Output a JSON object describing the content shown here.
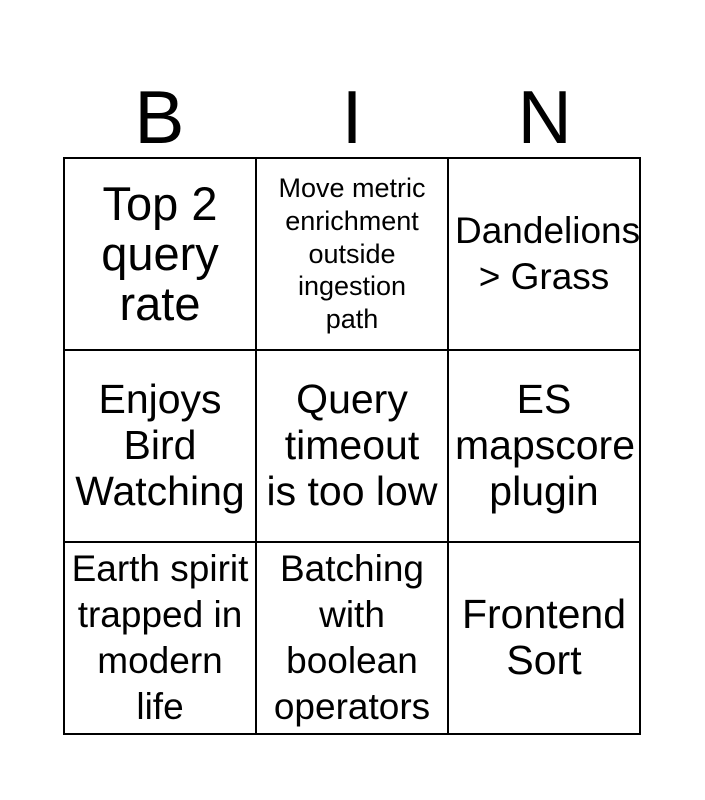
{
  "card": {
    "title_letters": [
      "B",
      "I",
      "N"
    ],
    "columns": 3,
    "rows": 3,
    "border_color": "#000000",
    "background_color": "#ffffff",
    "text_color": "#000000",
    "cells": [
      {
        "text": "Top 2\nquery\nrate",
        "column": "B",
        "row": 1,
        "marked": false
      },
      {
        "text": "Move metric\nenrichment\noutside\ningestion\npath",
        "column": "I",
        "row": 1,
        "marked": false
      },
      {
        "text": "Dandelions\n> Grass",
        "column": "N",
        "row": 1,
        "marked": false
      },
      {
        "text": "Enjoys\nBird\nWatching",
        "column": "B",
        "row": 2,
        "marked": false
      },
      {
        "text": "Query\ntimeout\nis too low",
        "column": "I",
        "row": 2,
        "marked": false
      },
      {
        "text": "ES\nmapscore\nplugin",
        "column": "N",
        "row": 2,
        "marked": false
      },
      {
        "text": "Earth spirit\ntrapped in\nmodern\nlife",
        "column": "B",
        "row": 3,
        "marked": false
      },
      {
        "text": "Batching\nwith\nboolean\noperators",
        "column": "I",
        "row": 3,
        "marked": false
      },
      {
        "text": "Frontend\nSort",
        "column": "N",
        "row": 3,
        "marked": false
      }
    ]
  }
}
